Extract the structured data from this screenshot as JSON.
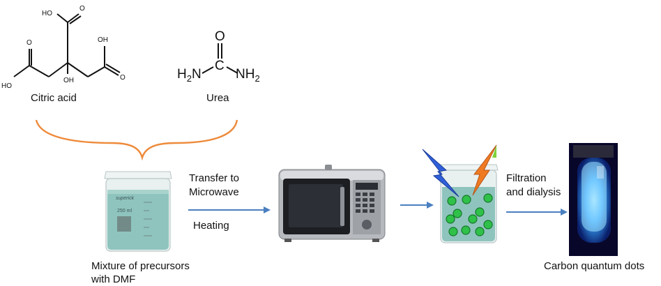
{
  "reagents": {
    "citric_acid": {
      "name": "Citric acid",
      "groups": [
        "HO",
        "O",
        "OH",
        "O",
        "OH",
        "HO",
        "O"
      ]
    },
    "urea": {
      "name": "Urea",
      "o": "O",
      "c": "C",
      "left": "H",
      "left_sub": "2",
      "left_n": "N",
      "right": "NH",
      "right_sub": "2"
    }
  },
  "steps": {
    "mixture_label_line1": "Mixture of precursors",
    "mixture_label_line2": "with DMF",
    "beaker_brand": "superick",
    "beaker_volume": "250 ml",
    "transfer_line1": "Transfer to",
    "transfer_line2": "Microwave",
    "heating": "Heating",
    "filtration_line1": "Filtration",
    "filtration_line2": "and dialysis",
    "product": "Carbon quantum dots"
  },
  "colors": {
    "brace": "#ee8a3a",
    "arrow": "#4a7fc0",
    "liquid": "#8fc4be",
    "dots": "#2fc14a",
    "bolt_blue": "#2f5fd8",
    "bolt_orange": "#ef7a22",
    "glow": "#3aa8ff"
  }
}
